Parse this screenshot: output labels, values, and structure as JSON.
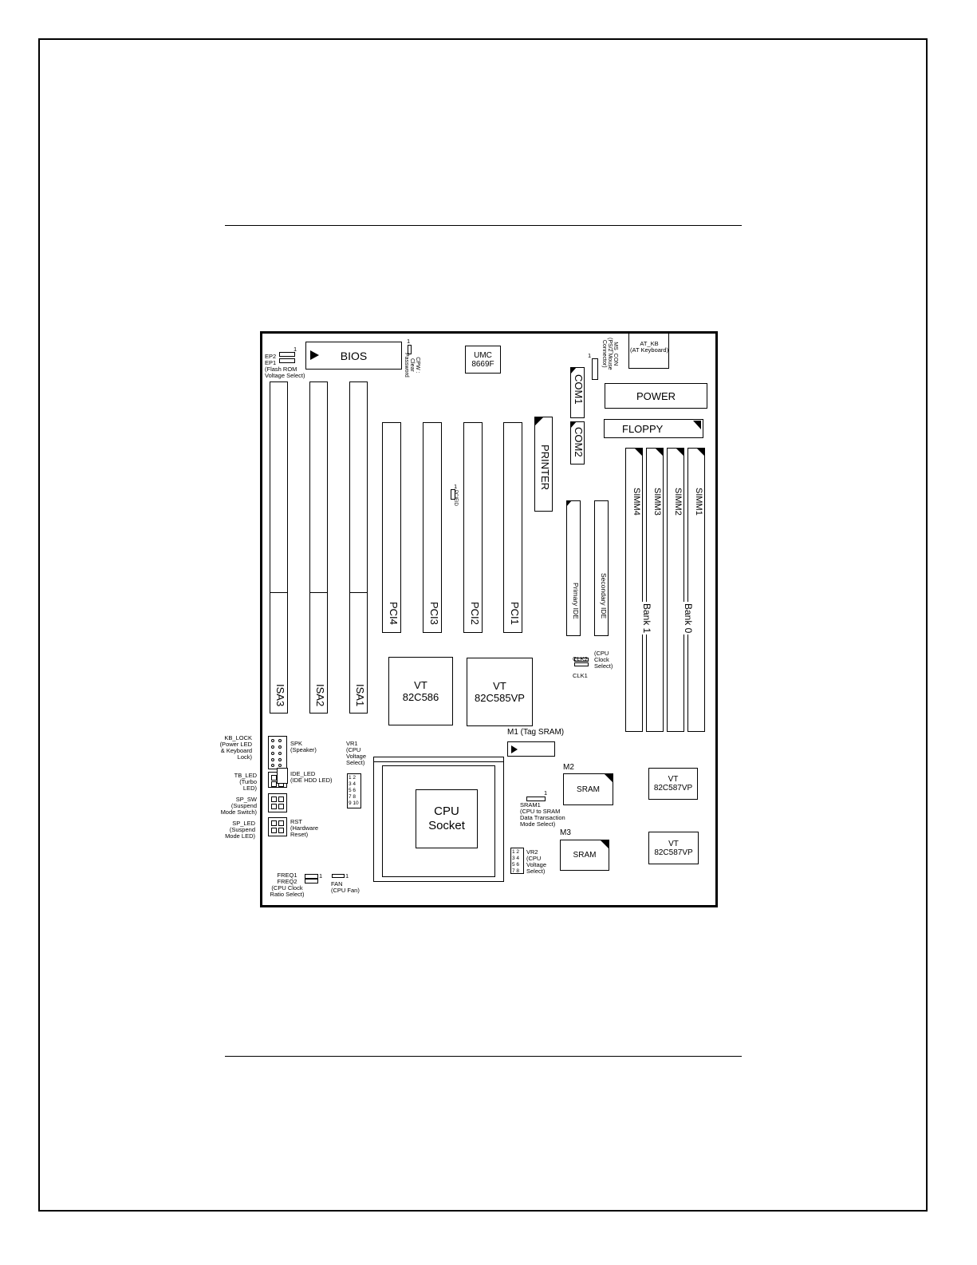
{
  "board": {
    "bios": "BIOS",
    "umc": "UMC\n8669F",
    "cpw": "CPW :\nClear\nPassword",
    "ep": "EP2\nEP1\n(Flash ROM\nVoltage Select)",
    "ms_con": "MS_CON\n(PS/2 Mouse\nConnector)",
    "at_kb": "AT_KB\n(AT Keyboard)",
    "power": "POWER",
    "floppy": "FLOPPY",
    "com1": "COM1",
    "com2": "COM2",
    "printer": "PRINTER",
    "pcieid": "PCIEID",
    "primary_ide": "Primary IDE",
    "secondary_ide": "Secondary IDE",
    "simm4": "SIMM4",
    "simm3": "SIMM3",
    "simm2": "SIMM2",
    "simm1": "SIMM1",
    "bank1": "Bank 1",
    "bank0": "Bank 0",
    "isa3": "ISA3",
    "isa2": "ISA2",
    "isa1": "ISA1",
    "pci4": "PCI4",
    "pci3": "PCI3",
    "pci2": "PCI2",
    "pci1": "PCI1",
    "clk": "CLK2\nCLK1",
    "clk_desc": "(CPU\nClock\nSelect)",
    "vt586": "VT\n82C586",
    "vt585": "VT\n82C585VP",
    "m1": "M1 (Tag SRAM)",
    "vr1": "VR1\n(CPU\nVoltage\nSelect)",
    "vr1_pins": "1 2\n3 4\n5 6\n7 8\n9 10",
    "spk": "SPK\n(Speaker)",
    "ide_led": "IDE_LED\n(IDE HDD LED)",
    "rst": "RST\n(Hardware\nReset)",
    "cpu_socket": "CPU\nSocket",
    "m2": "M2",
    "m3": "M3",
    "sram": "SRAM",
    "sram1": "SRAM1\n(CPU to SRAM\nData Transaction\nMode Select)",
    "vr2": "VR2\n(CPU\nVoltage\nSelect)",
    "vr2_pins": "1 2\n3 4\n5 6\n7 8",
    "vt587": "VT\n82C587VP",
    "freq": "FREQ1\nFREQ2\n(CPU Clock\nRatio Select)",
    "fan": "FAN\n(CPU Fan)",
    "pin1": "1"
  },
  "side": {
    "kb_lock": "KB_LOCK\n(Power LED\n& Keyboard\nLock)",
    "tb_led": "TB_LED\n(Turbo\nLED)",
    "sp_sw": "SP_SW\n(Suspend\nMode Switch)",
    "sp_led": "SP_LED\n(Suspend\nMode LED)"
  }
}
